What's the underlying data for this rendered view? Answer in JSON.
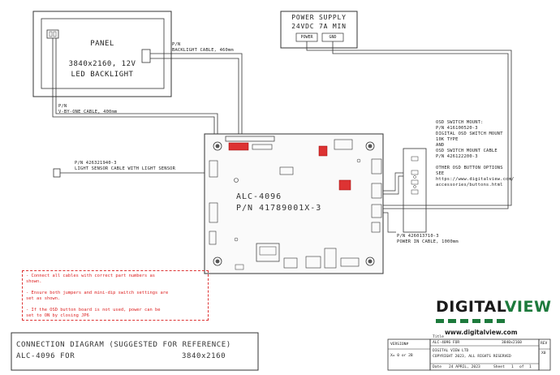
{
  "panel": {
    "title": "PANEL",
    "spec": "3840x2160, 12V",
    "backlight": "LED BACKLIGHT"
  },
  "power_supply": {
    "title": "POWER SUPPLY",
    "spec": "24VDC 7A MIN",
    "power_label": "POWER",
    "gnd_label": "GND"
  },
  "cables": {
    "backlight_pn": "P/N",
    "backlight_desc": "BACKLIGHT CABLE, 460mm",
    "vbyone_pn": "P/N",
    "vbyone_desc": "V-BY-ONE CABLE, 400mm",
    "sensor_pn": "P/N 426321940-3",
    "sensor_desc": "LIGHT SENSOR CABLE WITH LIGHT SENSOR",
    "power_in_pn": "P/N 426013710-3",
    "power_in_desc": "POWER IN CABLE, 1000mm"
  },
  "board": {
    "model": "ALC-4096",
    "pn": "P/N 41789001X-3"
  },
  "osd": {
    "lines": [
      "OSD SWITCH MOUNT:",
      "P/N 416100520-3",
      "DIGITAL OSD SWITCH MOUNT",
      "10K TYPE",
      "AND",
      "OSD SWITCH MOUNT CABLE",
      "P/N 426122200-3",
      "",
      "OTHER OSD BUTTON OPTIONS",
      "SEE",
      "https://www.digitalview.com/",
      "accessories/buttons.html"
    ]
  },
  "notes": [
    "- Connect all cables with correct part numbers as",
    "  shown.",
    "",
    "- Ensure both jumpers and mini-dip switch settings are",
    "  set as shown.",
    "",
    "- If the OSD button board is not used, power can be",
    "  set to ON by closing JP6"
  ],
  "title_block": {
    "line1": "CONNECTION DIAGRAM (SUGGESTED FOR REFERENCE)",
    "line2_left": "ALC-4096 FOR",
    "line2_right": "3840x2160",
    "version_label": "VERSION#",
    "version_value": "X= 0 or 2B",
    "title_label": "Title",
    "title_value": "ALC-4096 FOR",
    "title_res": "3840x2160",
    "company": "DIGITAL VIEW LTD",
    "copyright": "COPYRIGHT 2023, ALL RIGHTS RESERVED",
    "rev_label": "REV",
    "rev_value": "X0",
    "date_label": "Date",
    "date_value": "24 APRIL, 2023",
    "sheet_label": "Sheet",
    "sheet_value": "1",
    "of_label": "of",
    "of_value": "1"
  },
  "logo": {
    "brand_left": "DIGITAL",
    "brand_right": "VIEW",
    "url": "www.digitalview.com",
    "brand_color": "#1d7a3c",
    "text_color": "#1a1a1a"
  }
}
